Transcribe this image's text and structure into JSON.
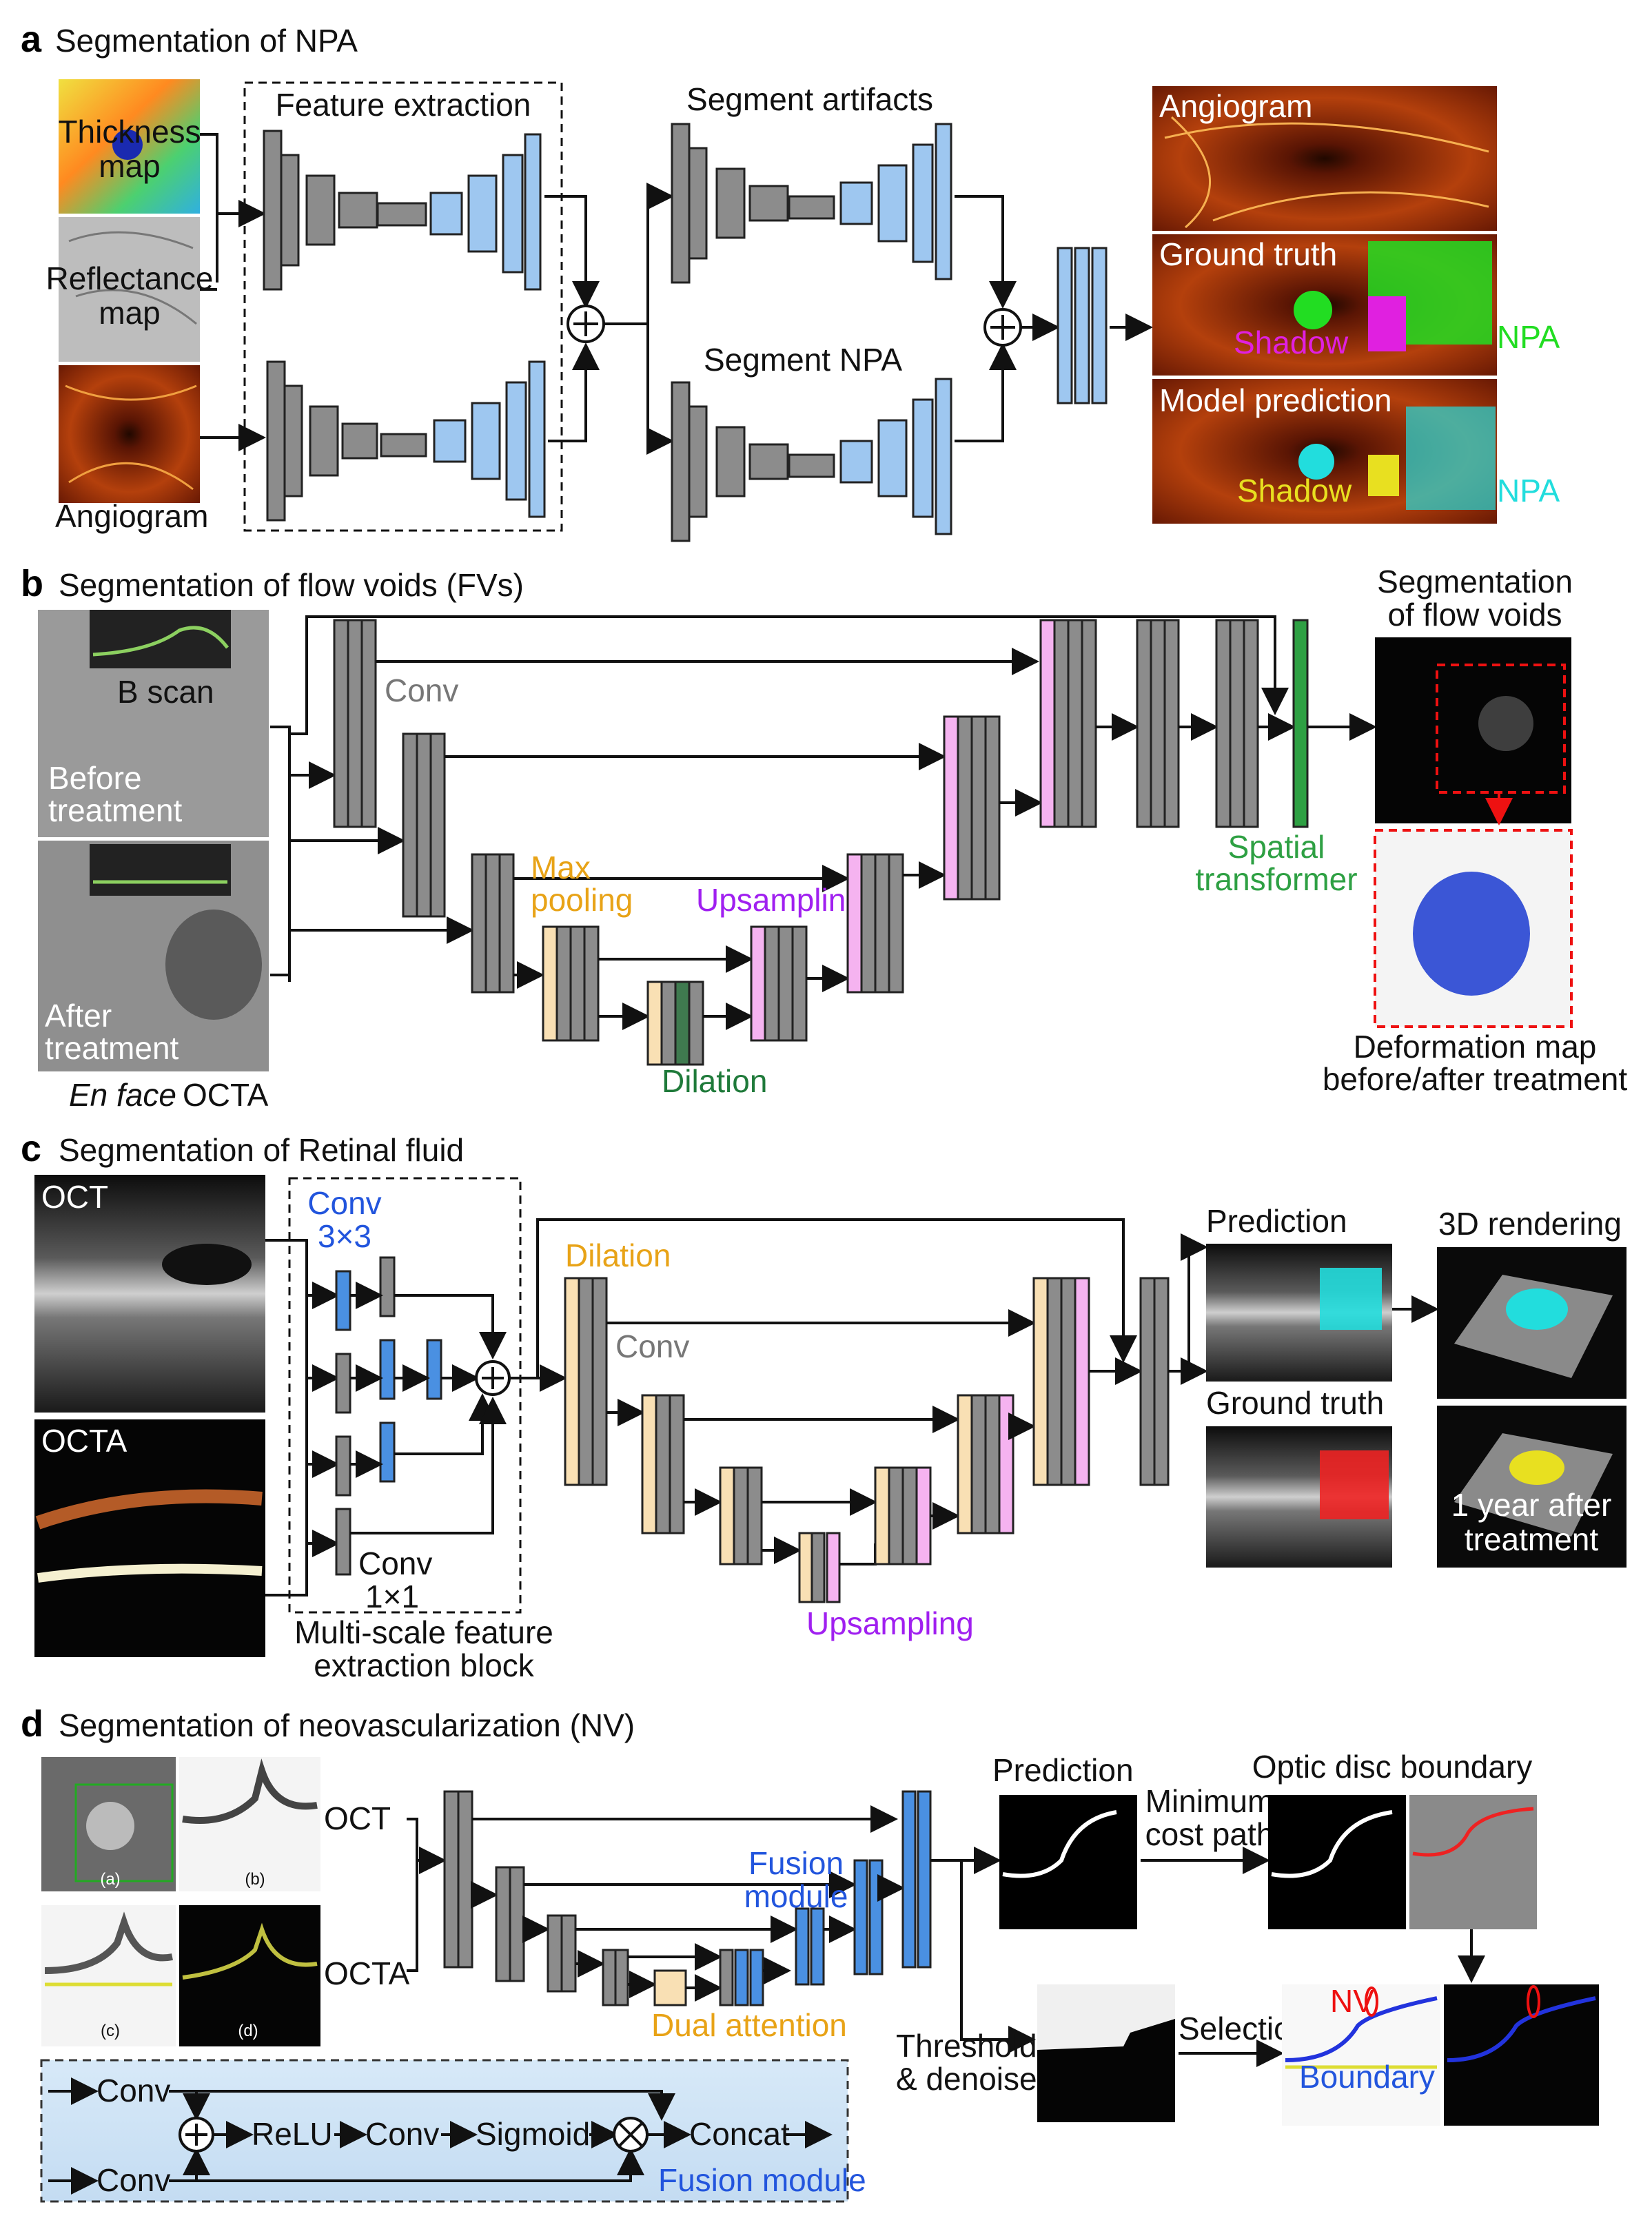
{
  "panels": {
    "a": {
      "letter": "a",
      "title": "Segmentation of NPA",
      "inputs": [
        "Thickness map",
        "Reflectance map",
        "Angiogram"
      ],
      "feature_label": "Feature extraction",
      "seg_artifacts": "Segment artifacts",
      "seg_npa": "Segment NPA",
      "out_angiogram": "Angiogram",
      "out_gt": "Ground truth",
      "out_pred": "Model prediction",
      "shadow": "Shadow",
      "npa": "NPA"
    },
    "b": {
      "letter": "b",
      "title": "Segmentation of flow voids (FVs)",
      "bscan": "B scan",
      "before": "Before treatment",
      "after": "After treatment",
      "enface": "En face",
      "octa": "OCTA",
      "conv": "Conv",
      "maxpool": "Max pooling",
      "upsampling": "Upsampling",
      "dilation": "Dilation",
      "spatial": "Spatial transformer",
      "seg_fv": "Segmentation of flow voids",
      "deform": "Deformation map before/after treatment"
    },
    "c": {
      "letter": "c",
      "title": "Segmentation of Retinal fluid",
      "oct": "OCT",
      "octa": "OCTA",
      "conv3": "Conv 3×3",
      "conv1": "Conv 1×1",
      "msblock": "Multi-scale feature extraction block",
      "dilation": "Dilation",
      "conv": "Conv",
      "upsampling": "Upsampling",
      "prediction": "Prediction",
      "gt": "Ground truth",
      "render": "3D rendering",
      "after": "1 year after treatment"
    },
    "d": {
      "letter": "d",
      "title": "Segmentation of neovascularization (NV)",
      "sub": [
        "(a)",
        "(b)",
        "(c)",
        "(d)"
      ],
      "oct": "OCT",
      "octa": "OCTA",
      "fusion": "Fusion module",
      "dual": "Dual attention",
      "prediction": "Prediction",
      "mincost": "Minimum cost path",
      "optic": "Optic disc boundary",
      "threshold": "Threshold & denoise",
      "selection": "Selection",
      "nv": "NV",
      "boundary": "Boundary",
      "fm": [
        "Conv",
        "Conv",
        "ReLU",
        "Conv",
        "Sigmoid",
        "Concat"
      ],
      "fm_label": "Fusion module"
    }
  },
  "colors": {
    "encoder": "#8c8c8c",
    "decoder_light": "#9ec7f0",
    "conv_blue": "#4a90e2",
    "upsample": "#f5b3f0",
    "pool": "#f9e0b4",
    "dilation_dark": "#3f7a4f",
    "spatial": "#2ea043",
    "npa_green": "#22dd22",
    "npa_cyan": "#22dddd",
    "shadow_magenta": "#e020e0",
    "shadow_yellow": "#e8e020",
    "label_orange": "#e8a317",
    "label_purple": "#a020f0",
    "label_green": "#1f7a3a",
    "label_blue": "#2255dd",
    "nv_red": "#ee1111"
  }
}
